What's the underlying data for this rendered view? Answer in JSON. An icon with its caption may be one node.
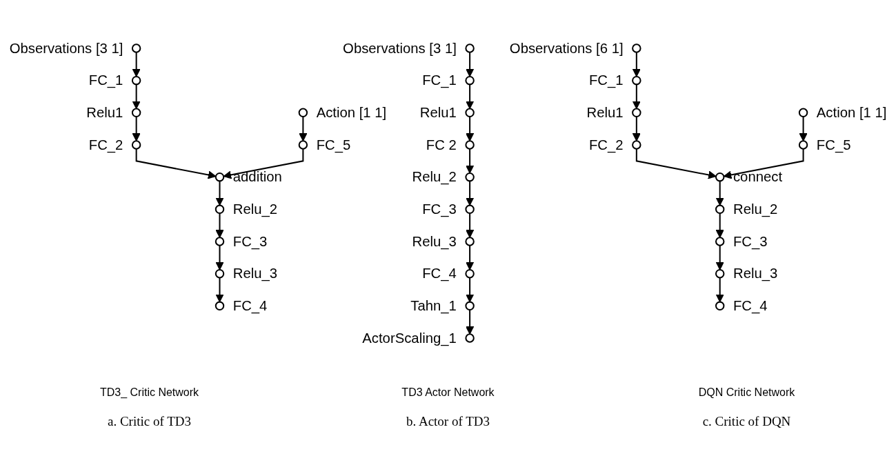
{
  "diagram": {
    "nodes": [
      {
        "text": [],
        "shape": "circle",
        "beside": [
          "Observations [3 1]"
        ]
      },
      {
        "text": [],
        "shape": "circle",
        "beside": [
          "FC_1"
        ]
      },
      {
        "text": [],
        "shape": "circle",
        "beside": [
          "Relu1"
        ]
      },
      {
        "text": [],
        "shape": "circle",
        "beside": [
          "Action [1 1]"
        ]
      },
      {
        "text": [],
        "shape": "circle",
        "beside": [
          "FC_2"
        ]
      },
      {
        "text": [],
        "shape": "circle",
        "beside": [
          "FC_5"
        ]
      },
      {
        "text": [],
        "shape": "circle",
        "beside": [
          "addition"
        ]
      },
      {
        "text": [],
        "shape": "circle",
        "beside": [
          "Relu_2"
        ]
      },
      {
        "text": [],
        "shape": "circle",
        "beside": [
          "FC_3"
        ]
      },
      {
        "text": [],
        "shape": "circle",
        "beside": [
          "Relu_3"
        ]
      },
      {
        "text": [],
        "shape": "circle",
        "beside": [
          "FC_4"
        ]
      },
      {
        "text": [],
        "shape": "circle",
        "beside": [
          "Observations [3 1]"
        ]
      },
      {
        "text": [],
        "shape": "circle",
        "beside": [
          "FC_1"
        ]
      },
      {
        "text": [],
        "shape": "circle",
        "beside": [
          "Relu1"
        ]
      },
      {
        "text": [],
        "shape": "circle",
        "beside": [
          "FC  2"
        ]
      },
      {
        "text": [],
        "shape": "circle",
        "beside": [
          "Relu_2"
        ]
      },
      {
        "text": [],
        "shape": "circle",
        "beside": [
          "FC_3"
        ]
      },
      {
        "text": [],
        "shape": "circle",
        "beside": [
          "Relu_3"
        ]
      },
      {
        "text": [],
        "shape": "circle",
        "beside": [
          "FC_4"
        ]
      },
      {
        "text": [],
        "shape": "circle",
        "beside": [
          "Tahn_1"
        ]
      },
      {
        "text": [],
        "shape": "circle",
        "beside": [
          "ActorScaling_1"
        ]
      },
      {
        "text": [],
        "shape": "circle",
        "beside": [
          "Observations [6 1]"
        ]
      },
      {
        "text": [],
        "shape": "circle",
        "beside": [
          "FC_1"
        ]
      },
      {
        "text": [],
        "shape": "circle",
        "beside": [
          "Relu1"
        ]
      },
      {
        "text": [],
        "shape": "circle",
        "beside": [
          "Action [1 1]"
        ]
      },
      {
        "text": [],
        "shape": "circle",
        "beside": [
          "FC_2"
        ]
      },
      {
        "text": [],
        "shape": "circle",
        "beside": [
          "FC_5"
        ]
      },
      {
        "text": [],
        "shape": "circle",
        "beside": [
          "connect"
        ]
      },
      {
        "text": [],
        "shape": "circle",
        "beside": [
          "Relu_2"
        ]
      },
      {
        "text": [],
        "shape": "circle",
        "beside": [
          "FC_3"
        ]
      },
      {
        "text": [],
        "shape": "circle",
        "beside": [
          "Relu_3"
        ]
      },
      {
        "text": [],
        "shape": "circle",
        "beside": [
          "FC_4"
        ]
      }
    ],
    "edges": [
      {
        "from": 0,
        "to": 1,
        "arrow": "to"
      },
      {
        "from": 1,
        "to": 2,
        "arrow": "to"
      },
      {
        "from": 2,
        "to": 4,
        "arrow": "to"
      },
      {
        "from": 3,
        "to": 5,
        "arrow": "to"
      },
      {
        "from": 4,
        "to": 6,
        "arrow": "to"
      },
      {
        "from": 5,
        "to": 6,
        "arrow": "to"
      },
      {
        "from": 6,
        "to": 7,
        "arrow": "to"
      },
      {
        "from": 7,
        "to": 8,
        "arrow": "to"
      },
      {
        "from": 8,
        "to": 9,
        "arrow": "to"
      },
      {
        "from": 9,
        "to": 10,
        "arrow": "to"
      },
      {
        "from": 11,
        "to": 12,
        "arrow": "to"
      },
      {
        "from": 12,
        "to": 13,
        "arrow": "to"
      },
      {
        "from": 13,
        "to": 14,
        "arrow": "to"
      },
      {
        "from": 14,
        "to": 15,
        "arrow": "to"
      },
      {
        "from": 15,
        "to": 16,
        "arrow": "to"
      },
      {
        "from": 16,
        "to": 17,
        "arrow": "to"
      },
      {
        "from": 17,
        "to": 18,
        "arrow": "to"
      },
      {
        "from": 18,
        "to": 19,
        "arrow": "to"
      },
      {
        "from": 19,
        "to": 20,
        "arrow": "to"
      },
      {
        "from": 21,
        "to": 22,
        "arrow": "to"
      },
      {
        "from": 22,
        "to": 23,
        "arrow": "to"
      },
      {
        "from": 23,
        "to": 25,
        "arrow": "to"
      },
      {
        "from": 24,
        "to": 26,
        "arrow": "to"
      },
      {
        "from": 25,
        "to": 27,
        "arrow": "to"
      },
      {
        "from": 26,
        "to": 27,
        "arrow": "to"
      },
      {
        "from": 27,
        "to": 28,
        "arrow": "to"
      },
      {
        "from": 28,
        "to": 29,
        "arrow": "to"
      },
      {
        "from": 29,
        "to": 30,
        "arrow": "to"
      },
      {
        "from": 30,
        "to": 31,
        "arrow": "to"
      }
    ],
    "labels": [
      "TD3_ Critic Network",
      "TD3 Actor Network",
      "DQN Critic Network",
      "a. Critic of TD3",
      "b. Actor of TD3",
      "c. Critic of DQN"
    ]
  }
}
